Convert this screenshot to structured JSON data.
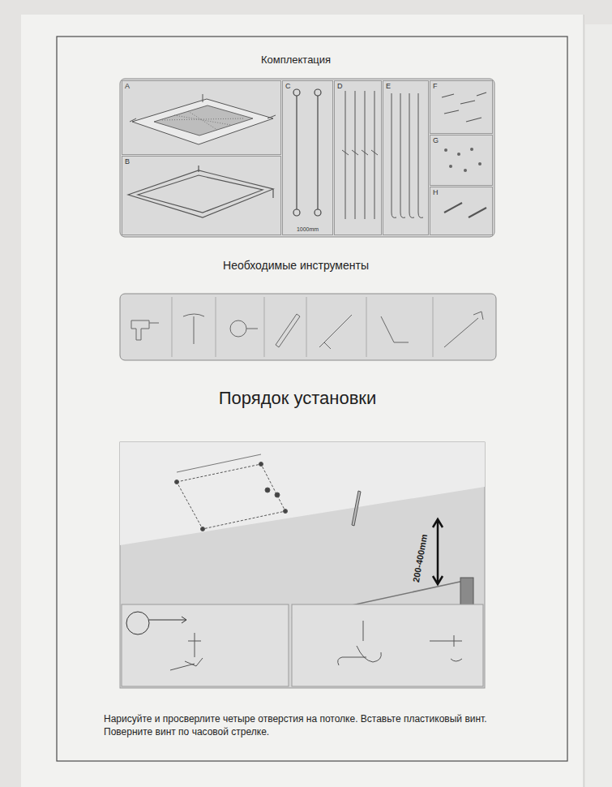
{
  "diagram": {
    "title": "Порядок установки",
    "caption": "Нарисуйте и просверлите четыре отверстия на потолке. Вставьте пластиковый винт. Поверните винт по часовой стрелке.",
    "nodes": [
      {
        "text": [
          "A"
        ]
      },
      {
        "text": [
          "B"
        ]
      },
      {
        "text": [
          "C",
          "1000mm"
        ]
      },
      {
        "text": [
          "D"
        ]
      },
      {
        "text": [
          "E"
        ]
      },
      {
        "text": [
          "F"
        ]
      },
      {
        "text": [
          "G"
        ]
      },
      {
        "text": [
          "H"
        ]
      }
    ],
    "labels": [
      "Комплектация",
      "Необходимые инструменты",
      "200-400mm"
    ]
  }
}
